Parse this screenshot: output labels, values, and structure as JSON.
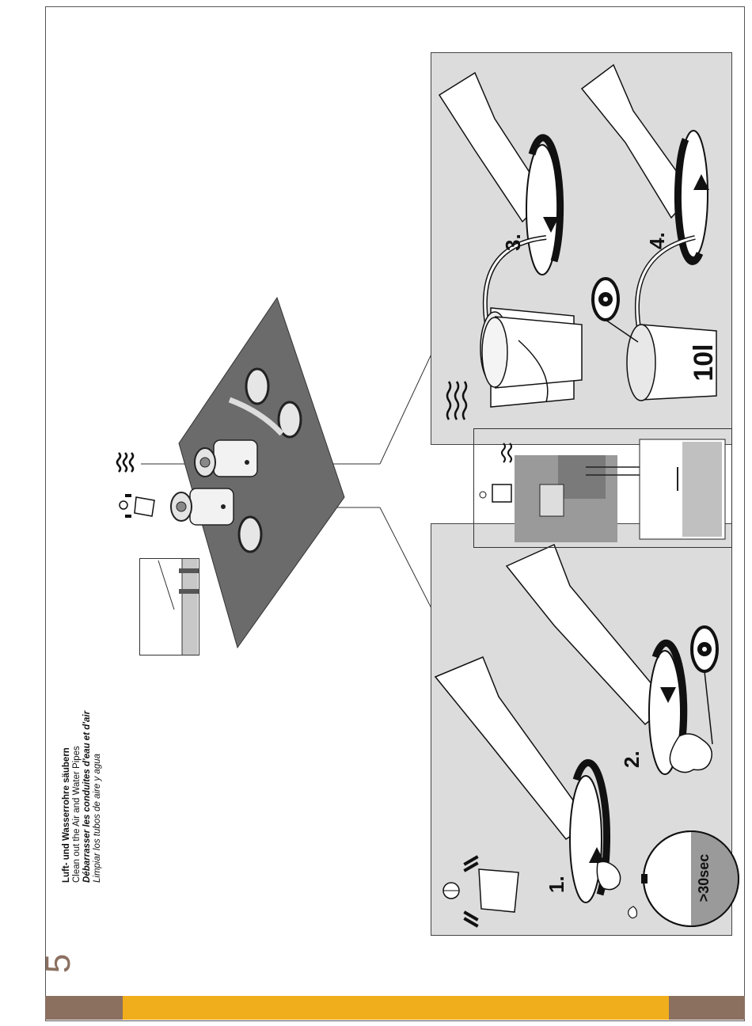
{
  "title": {
    "de": "Luft- und Wasserrohre säubern",
    "en": "Clean out the Air and Water Pipes",
    "fr_prefix": "Débarrasser",
    "fr_rest": " les conduites d'eau et d'air",
    "es": "Limpiar los tubos de aire y agua"
  },
  "page_number": "5",
  "steps": {
    "s1": "1.",
    "s2": "2.",
    "s3": "3.",
    "s4": "4."
  },
  "timer_label": ">30sec",
  "bucket_label": "10l",
  "colors": {
    "panel_bg": "#dcdcdc",
    "plate": "#6b6b6b",
    "footer_brown": "#8b7060",
    "footer_orange": "#f0ad1c"
  },
  "icons": [
    "water-wave-icon",
    "air-drain-icon",
    "eye-icon",
    "rotate-arrow-icon",
    "timer-icon",
    "bucket-icon"
  ]
}
